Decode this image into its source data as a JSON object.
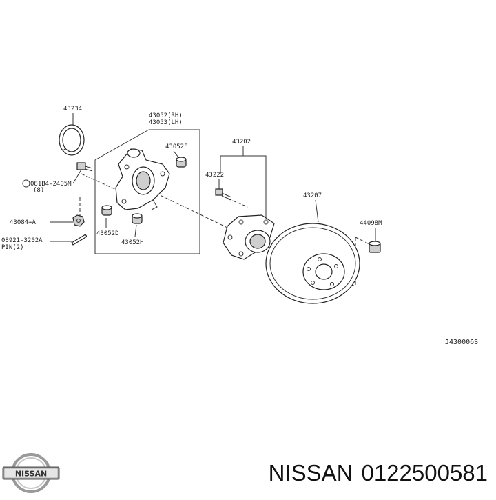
{
  "labels": {
    "p43234": "43234",
    "p43052rh": "43052(RH)",
    "p43053lh": "43053(LH)",
    "p43052e": "43052E",
    "p08184": "081B4-2405M",
    "p08184_qty": "(8)",
    "p43084": "43084+A",
    "p08921": "08921-3202A",
    "p08921_pin": "PIN(2)",
    "p43052d": "43052D",
    "p43052h": "43052H",
    "p43202": "43202",
    "p43222": "43222",
    "p43207": "43207",
    "p44098m": "44098M",
    "drawing_code": "J430006S"
  },
  "brand": {
    "name": "NISSAN",
    "logo_text": "NISSAN",
    "part_number": "0122500581"
  }
}
